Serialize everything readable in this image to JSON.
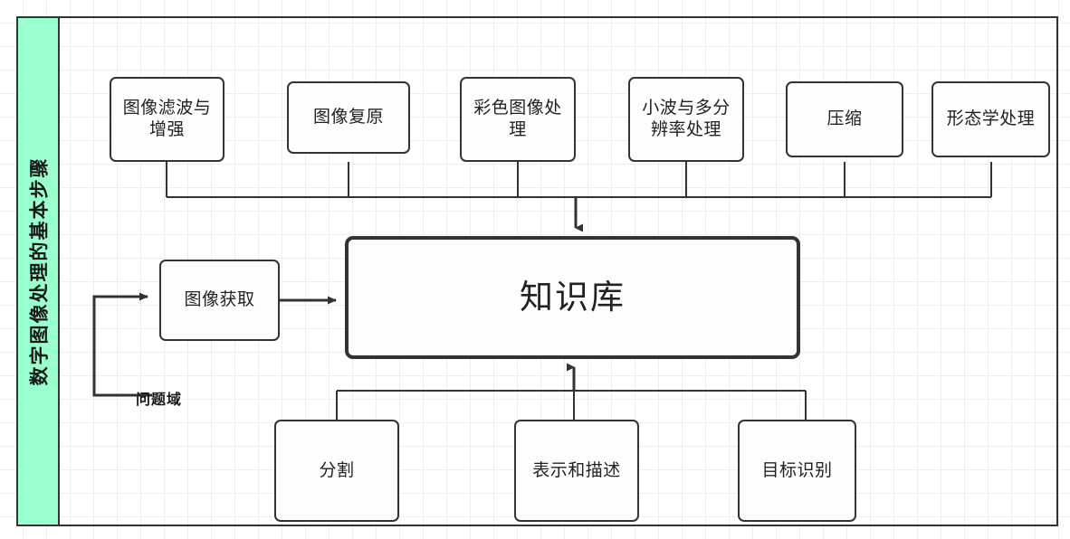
{
  "diagram": {
    "banner": {
      "label": "数字图像处理的基本步骤",
      "color": "#99ffcc"
    },
    "central_node": {
      "label": "知识库"
    },
    "input_node": {
      "label": "图像获取"
    },
    "feedback_label": "问题域",
    "top_nodes": [
      {
        "label": "图像滤波与\n增强"
      },
      {
        "label": "图像复原"
      },
      {
        "label": "彩色图像处\n理"
      },
      {
        "label": "小波与多分\n辨率处理"
      },
      {
        "label": "压缩"
      },
      {
        "label": "形态学处理"
      }
    ],
    "bottom_nodes": [
      {
        "label": "分割"
      },
      {
        "label": "表示和描述"
      },
      {
        "label": "目标识别"
      }
    ],
    "colors": {
      "stroke": "#333333",
      "node_fill": "#fdfdfd",
      "grid": "#eeeeee",
      "background": "#ffffff"
    }
  }
}
